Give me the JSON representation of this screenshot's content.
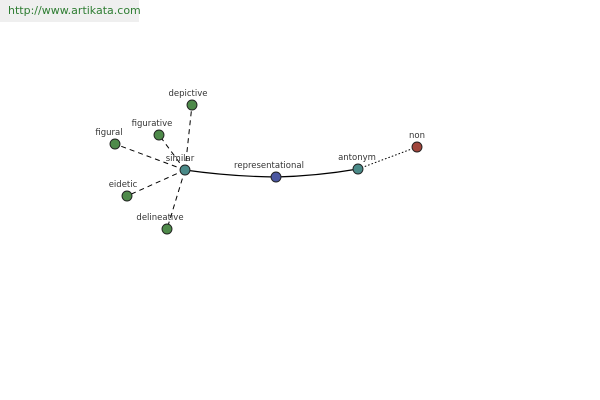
{
  "source_url": "http://www.artikata.com",
  "colors": {
    "leaf": "#4e8a4a",
    "hub": "#4a8a88",
    "root": "#4a56a0",
    "antonym_target": "#a0453c",
    "edge": "#000000",
    "url_text": "#2e7d32"
  },
  "nodes": [
    {
      "id": "representational",
      "label": "representational",
      "kind": "root"
    },
    {
      "id": "similar",
      "label": "similar",
      "kind": "hub"
    },
    {
      "id": "antonym",
      "label": "antonym",
      "kind": "hub"
    },
    {
      "id": "non",
      "label": "non",
      "kind": "antonym_target"
    },
    {
      "id": "depictive",
      "label": "depictive",
      "kind": "leaf"
    },
    {
      "id": "figurative",
      "label": "figurative",
      "kind": "leaf"
    },
    {
      "id": "figural",
      "label": "figural",
      "kind": "leaf"
    },
    {
      "id": "eidetic",
      "label": "eidetic",
      "kind": "leaf"
    },
    {
      "id": "delineative",
      "label": "delineative",
      "kind": "leaf"
    }
  ],
  "edges": [
    {
      "from": "representational",
      "to": "similar",
      "style": "solid"
    },
    {
      "from": "representational",
      "to": "antonym",
      "style": "solid"
    },
    {
      "from": "antonym",
      "to": "non",
      "style": "dotted"
    },
    {
      "from": "similar",
      "to": "depictive",
      "style": "dashed"
    },
    {
      "from": "similar",
      "to": "figurative",
      "style": "dashed"
    },
    {
      "from": "similar",
      "to": "figural",
      "style": "dashed"
    },
    {
      "from": "similar",
      "to": "eidetic",
      "style": "dashed"
    },
    {
      "from": "similar",
      "to": "delineative",
      "style": "dashed"
    }
  ]
}
